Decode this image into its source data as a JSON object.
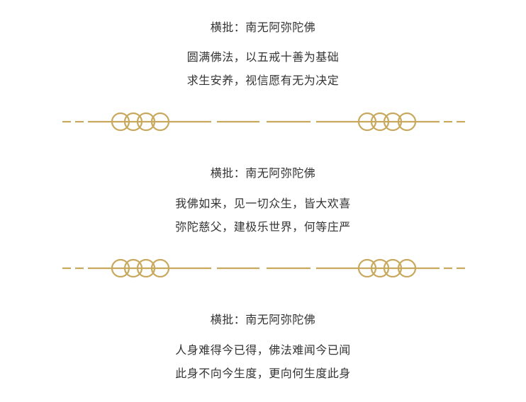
{
  "sections": [
    {
      "heading": "横批：南无阿弥陀佛",
      "lines": [
        "圆满佛法，以五戒十善为基础",
        "求生安养，视信愿有无为决定"
      ]
    },
    {
      "heading": "横批：南无阿弥陀佛",
      "lines": [
        "我佛如来，见一切众生，皆大欢喜",
        "弥陀慈父，建极乐世界，何等庄严"
      ]
    },
    {
      "heading": "横批：南无阿弥陀佛",
      "lines": [
        "人身难得今已得，佛法难闻今已闻",
        "此身不向今生度，更向何生度此身"
      ]
    }
  ],
  "colors": {
    "ornament": "#C8A85C",
    "text": "#333333"
  }
}
